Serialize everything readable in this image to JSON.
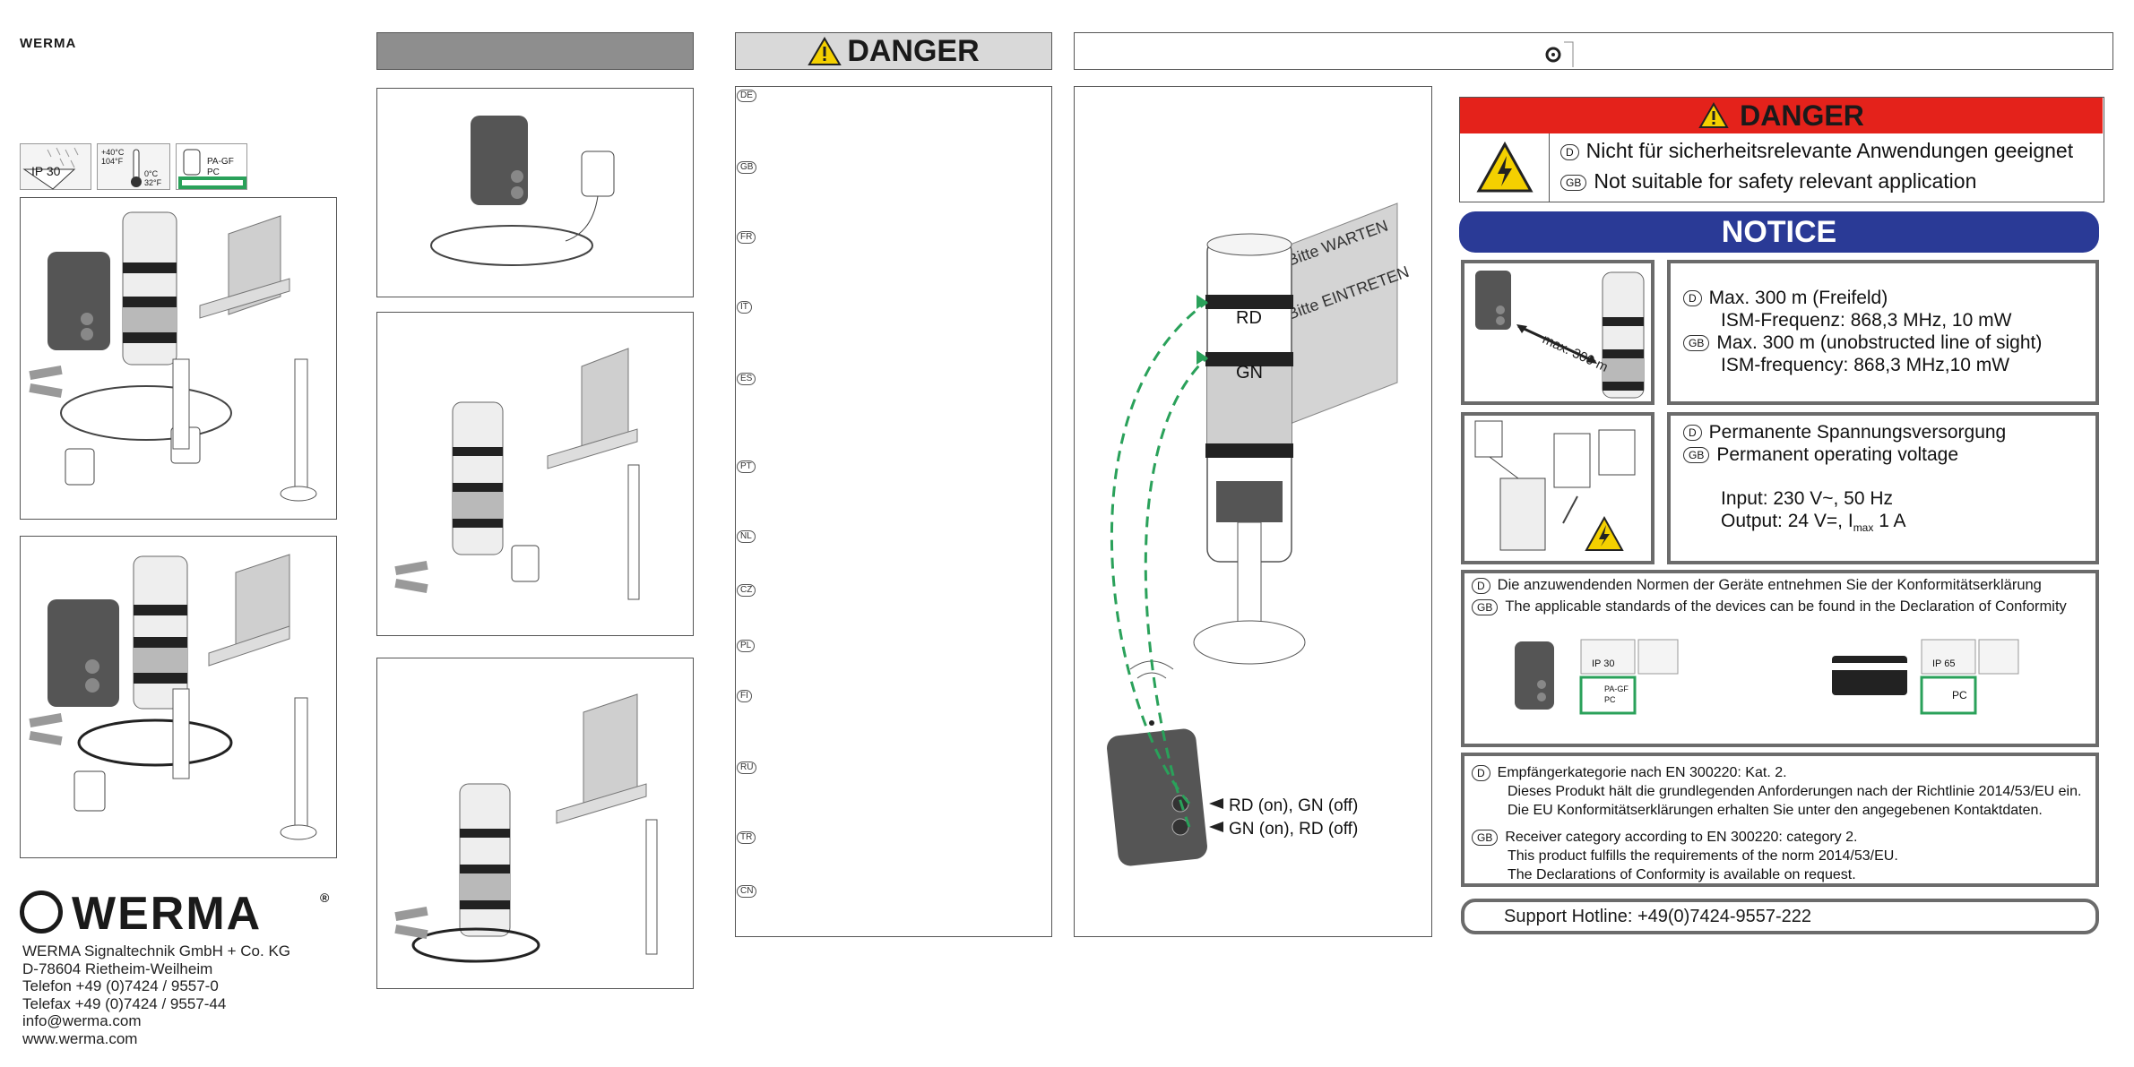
{
  "logos": {
    "small": "WERMA",
    "big": "WERMA",
    "reg": "®"
  },
  "address": [
    "WERMA Signaltechnik GmbH + Co. KG",
    "D-78604 Rietheim-Weilheim",
    "Telefon +49 (0)7424 / 9557-0",
    "Telefax +49 (0)7424 / 9557-44",
    "info@werma.com",
    "www.werma.com"
  ],
  "specs_icons": {
    "ip": "IP 30",
    "temp_hi": "+40°C\n104°F",
    "temp_lo": "0°C\n32°F",
    "mat1": "PA-GF",
    "mat2": "PC"
  },
  "danger_header": "DANGER",
  "lang_codes": [
    "DE",
    "GB",
    "FR",
    "IT",
    "ES",
    "PT",
    "NL",
    "CZ",
    "PL",
    "FI",
    "RU",
    "TR",
    "CN"
  ],
  "install": {
    "label_rd": "RD",
    "label_gn": "GN",
    "sign_top": "Bitte WARTEN",
    "sign_bottom": "Bitte EINTRETEN",
    "btn1": "RD (on), GN (off)",
    "btn2": "GN (on), RD (off)"
  },
  "danger_box": {
    "title": "DANGER",
    "de_code": "D",
    "de": "Nicht für sicherheitsrelevante Anwendungen geeignet",
    "gb_code": "GB",
    "gb": "Not suitable for safety relevant application"
  },
  "notice": {
    "title": "NOTICE",
    "range": {
      "de_code": "D",
      "de1": "Max. 300 m (Freifeld)",
      "de2": "ISM-Frequenz: 868,3 MHz, 10 mW",
      "gb_code": "GB",
      "gb1": "Max. 300 m (unobstructed line of sight)",
      "gb2": "ISM-frequency: 868,3 MHz,10 mW",
      "img_label": "max.\n300 m"
    },
    "power": {
      "de_code": "D",
      "de": "Permanente Spannungsversorgung",
      "gb_code": "GB",
      "gb": "Permanent operating voltage",
      "input": "Input: 230 V~, 50 Hz",
      "output_pre": "Output: 24 V=, I",
      "output_sub": "max",
      "output_post": " 1 A"
    },
    "standards": {
      "de_code": "D",
      "de": "Die anzuwendenden Normen der Geräte entnehmen Sie der Konformitätserklärung",
      "gb_code": "GB",
      "gb": "The applicable standards of the devices can be found in the Declaration of Conformity",
      "ip_a": "IP 30",
      "ip_b": "IP 65",
      "mat_a1": "PA-GF",
      "mat_a2": "PC",
      "mat_b": "PC"
    },
    "receiver": {
      "de_code": "D",
      "de1": "Empfängerkategorie nach EN 300220: Kat. 2.",
      "de2": "Dieses Produkt hält die grundlegenden Anforderungen nach der Richtlinie 2014/53/EU ein.",
      "de3": "Die EU Konformitätserklärungen erhalten Sie unter den angegebenen Kontaktdaten.",
      "gb_code": "GB",
      "gb1": "Receiver category according to EN 300220: category 2.",
      "gb2": "This product fulfills the requirements of the norm 2014/53/EU.",
      "gb3": "The Declarations of Conformity is available on request."
    },
    "hotline": "Support Hotline: +49(0)7424-9557-222"
  },
  "colors": {
    "danger_red": "#e4221b",
    "notice_blue": "#2a3a96",
    "warn_yellow": "#f4d000",
    "wire_green": "#2aa15a",
    "header_grey": "#8e8e8e"
  }
}
